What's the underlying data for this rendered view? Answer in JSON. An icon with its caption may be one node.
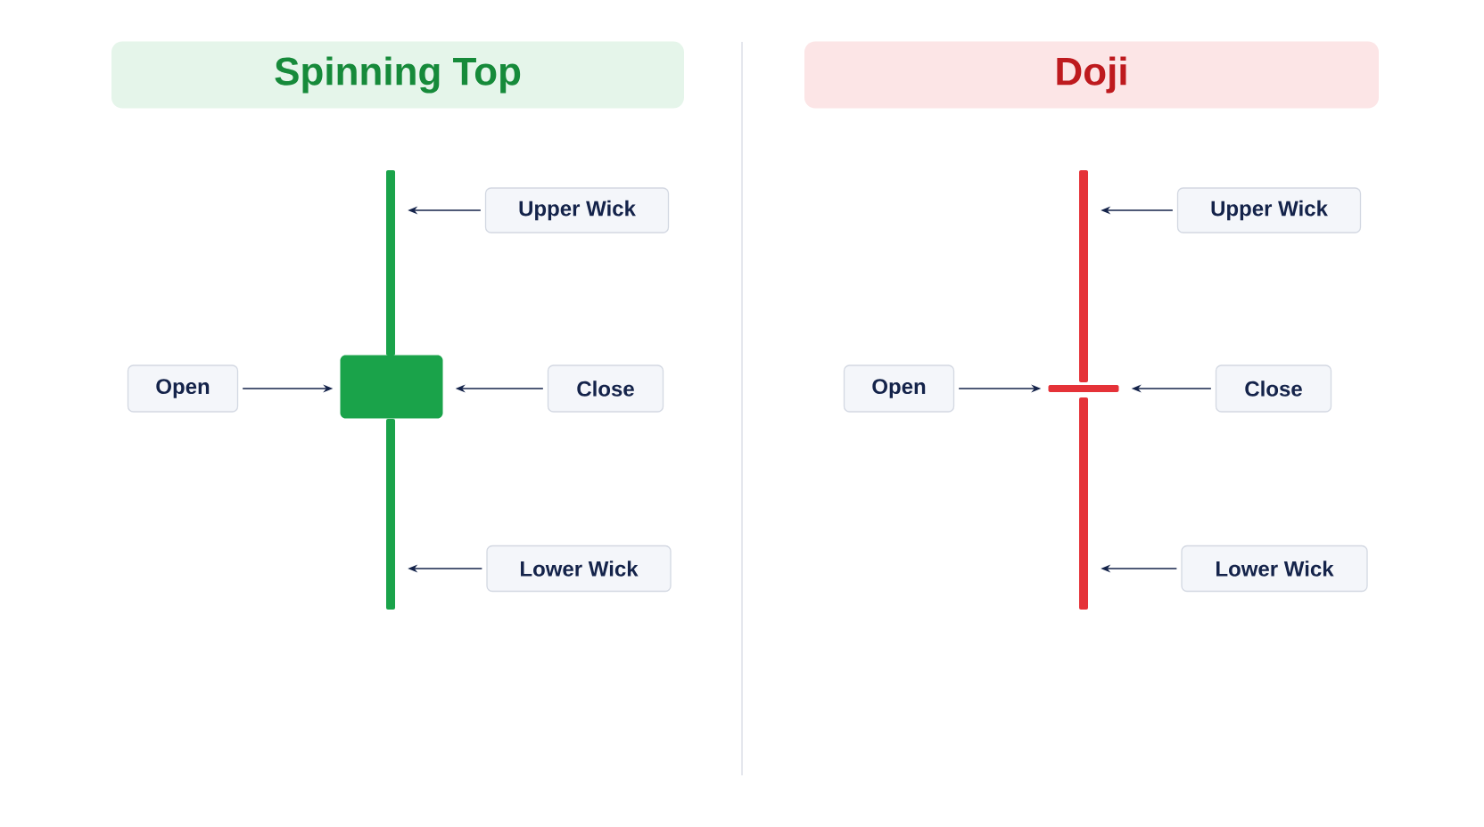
{
  "diagram": {
    "nodes": [
      {
        "text": [
          "Spinning Top"
        ]
      },
      {
        "text": [
          "Doji"
        ]
      },
      {
        "text": [],
        "shape": "bar"
      },
      {
        "text": [],
        "shape": "box"
      },
      {
        "text": [],
        "shape": "bar"
      },
      {
        "text": [
          "Upper Wick"
        ]
      },
      {
        "text": [
          "Open"
        ]
      },
      {
        "text": [
          "Close"
        ]
      },
      {
        "text": [
          "Lower Wick"
        ]
      },
      {
        "text": [],
        "shape": "bar"
      },
      {
        "text": [],
        "shape": "bar"
      },
      {
        "text": [],
        "shape": "bar"
      },
      {
        "text": [
          "Upper Wick"
        ]
      },
      {
        "text": [
          "Open"
        ]
      },
      {
        "text": [
          "Close"
        ]
      },
      {
        "text": [
          "Lower Wick"
        ]
      }
    ],
    "edges": [
      {
        "from": 5,
        "to": 2,
        "arrow": "to"
      },
      {
        "from": 6,
        "to": 3,
        "arrow": "to"
      },
      {
        "from": 7,
        "to": 3,
        "arrow": "to"
      },
      {
        "from": 8,
        "to": 4,
        "arrow": "to"
      },
      {
        "from": 12,
        "to": 9,
        "arrow": "to"
      },
      {
        "from": 13,
        "to": 10,
        "arrow": "to"
      },
      {
        "from": 14,
        "to": 10,
        "arrow": "to"
      },
      {
        "from": 15,
        "to": 11,
        "arrow": "to"
      }
    ]
  }
}
